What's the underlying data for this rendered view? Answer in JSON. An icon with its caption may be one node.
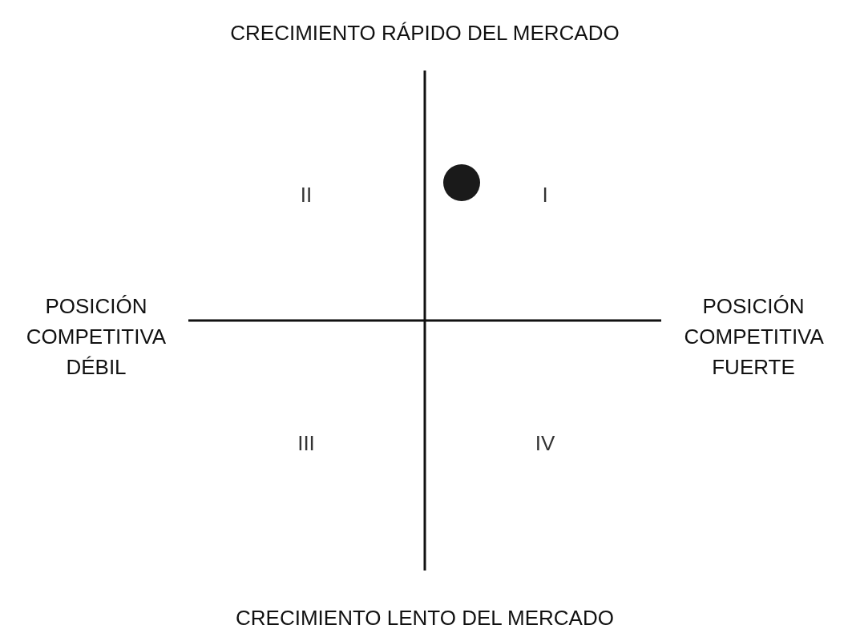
{
  "diagram": {
    "labels": [
      "CRECIMIENTO RÁPIDO DEL MERCADO",
      "II",
      "I",
      "POSICIÓN COMPETITIVA DÉBIL",
      "POSICIÓN COMPETITIVA FUERTE",
      "III",
      "IV",
      "CRECIMIENTO LENTO DEL MERCADO"
    ]
  }
}
